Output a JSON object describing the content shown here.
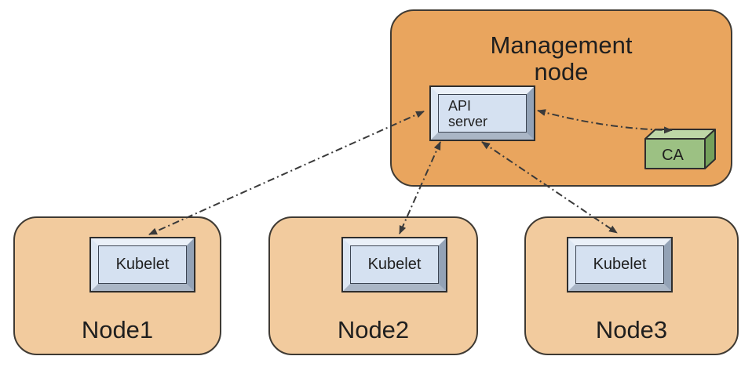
{
  "management_node": {
    "label": "Management node",
    "api_server_label": "API server",
    "ca_label": "CA"
  },
  "nodes": [
    {
      "label": "Node1",
      "kubelet_label": "Kubelet"
    },
    {
      "label": "Node2",
      "kubelet_label": "Kubelet"
    },
    {
      "label": "Node3",
      "kubelet_label": "Kubelet"
    }
  ],
  "connections": [
    {
      "from": "API server",
      "to": "Kubelet (Node1)",
      "style": "dash-dot",
      "bidirectional": true
    },
    {
      "from": "API server",
      "to": "Kubelet (Node2)",
      "style": "dash-dot",
      "bidirectional": true
    },
    {
      "from": "API server",
      "to": "Kubelet (Node3)",
      "style": "dash-dot",
      "bidirectional": true
    },
    {
      "from": "API server",
      "to": "CA",
      "style": "dash-dot",
      "bidirectional": true
    }
  ],
  "colors": {
    "background": "#ffffff",
    "management_fill": "#e9a55e",
    "node_fill": "#f2cb9e",
    "box_border": "#3f3a33",
    "bevel_face": "#d5e1f1",
    "bevel_top": "#eaf0f8",
    "bevel_left": "#dde7f3",
    "bevel_right": "#93a2b6",
    "bevel_bottom": "#aab6c6",
    "bevel_outline": "#2e2e2e",
    "ca_front": "#9cc183",
    "ca_top": "#bdd6a6",
    "ca_side": "#74a05b",
    "arrow": "#3a3a3a",
    "text": "#1f1f1f"
  }
}
